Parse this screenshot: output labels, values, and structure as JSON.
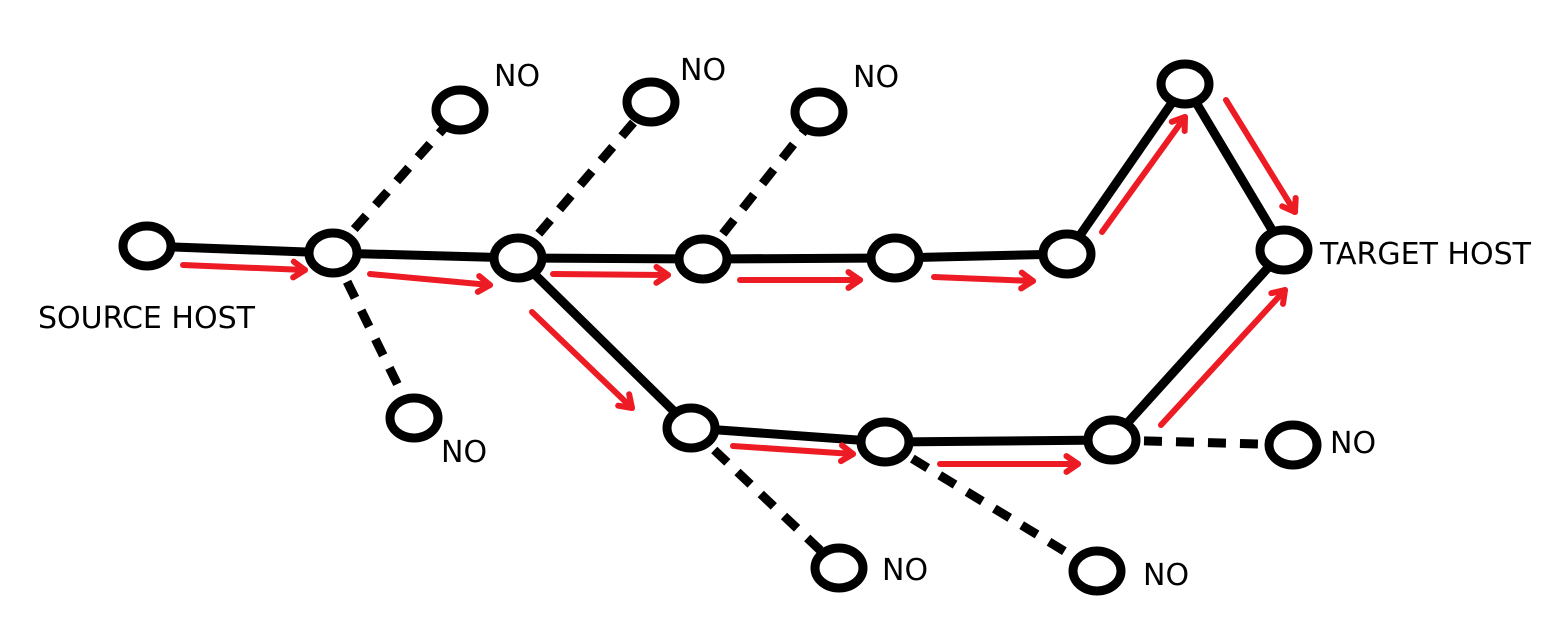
{
  "diagram": {
    "source_label": "SOURCE HOST",
    "target_label": "TARGET HOST",
    "dead_end_label": "NO",
    "colors": {
      "edge": "#000000",
      "route_arrow": "#ed1c24",
      "node_fill": "#ffffff"
    }
  }
}
